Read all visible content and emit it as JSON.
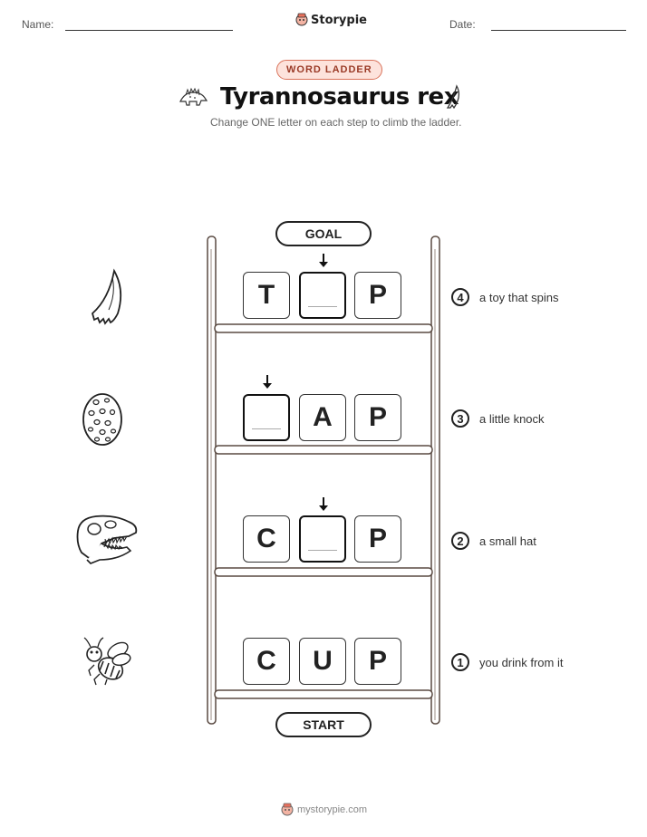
{
  "header": {
    "name_label": "Name:",
    "brand": "Storypie",
    "date_label": "Date:"
  },
  "badge": "WORD LADDER",
  "title": "Tyrannosaurus rex",
  "subtitle": "Change ONE letter on each step to climb the ladder.",
  "goal_label": "GOAL",
  "start_label": "START",
  "rows": [
    {
      "number": "4",
      "clue": "a toy that spins",
      "letters": [
        "T",
        "",
        "P"
      ],
      "picture": "claw-icon"
    },
    {
      "number": "3",
      "clue": "a little knock",
      "letters": [
        "",
        "A",
        "P"
      ],
      "picture": "egg-icon"
    },
    {
      "number": "2",
      "clue": "a small hat",
      "letters": [
        "C",
        "",
        "P"
      ],
      "picture": "dino-skull-icon"
    },
    {
      "number": "1",
      "clue": "you drink from it",
      "letters": [
        "C",
        "U",
        "P"
      ],
      "picture": "bee-icon"
    }
  ],
  "footer": "mystorypie.com"
}
